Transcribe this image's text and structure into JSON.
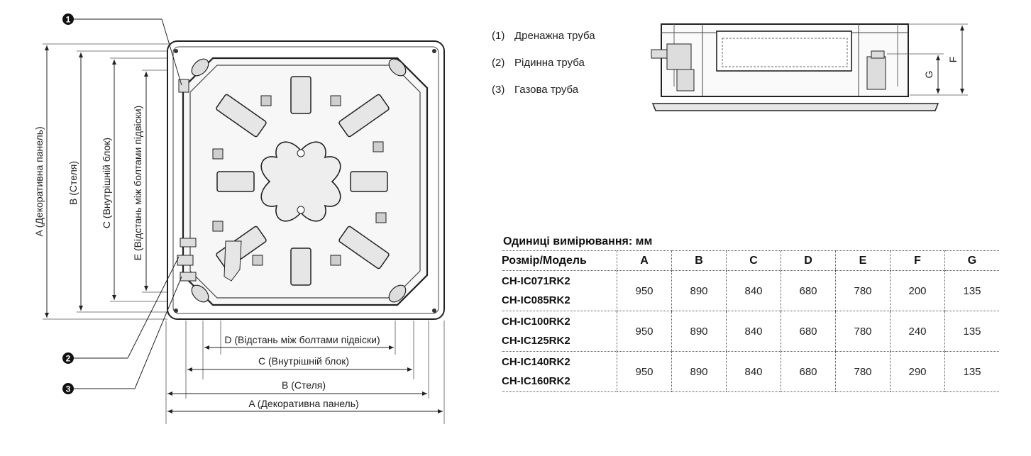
{
  "callouts": [
    "1",
    "2",
    "3"
  ],
  "legend": [
    {
      "num": "(1)",
      "label": "Дренажна труба"
    },
    {
      "num": "(2)",
      "label": "Рідинна труба"
    },
    {
      "num": "(3)",
      "label": "Газова труба"
    }
  ],
  "dimensions": {
    "vertical": {
      "a": "A (Декоративна панель)",
      "b": "B (Стеля)",
      "c": "C (Внутрішній блок)",
      "e": "E (Відстань між болтами підвіски)"
    },
    "horizontal": {
      "d": "D (Відстань між болтами підвіски)",
      "c": "C (Внутрішній блок)",
      "b": "B (Стеля)",
      "a": "A (Декоративна панель)"
    },
    "side": {
      "f": "F",
      "g": "G"
    }
  },
  "table": {
    "units": "Одиниці вимірювання: мм",
    "header_first": "Розмір/Модель",
    "columns": [
      "A",
      "B",
      "C",
      "D",
      "E",
      "F",
      "G"
    ],
    "groups": [
      {
        "models": [
          "CH-IC071RK2",
          "CH-IC085RK2"
        ],
        "values": [
          "950",
          "890",
          "840",
          "680",
          "780",
          "200",
          "135"
        ]
      },
      {
        "models": [
          "CH-IC100RK2",
          "CH-IC125RK2"
        ],
        "values": [
          "950",
          "890",
          "840",
          "680",
          "780",
          "240",
          "135"
        ]
      },
      {
        "models": [
          "CH-IC140RK2",
          "CH-IC160RK2"
        ],
        "values": [
          "950",
          "890",
          "840",
          "680",
          "780",
          "290",
          "135"
        ]
      }
    ]
  }
}
